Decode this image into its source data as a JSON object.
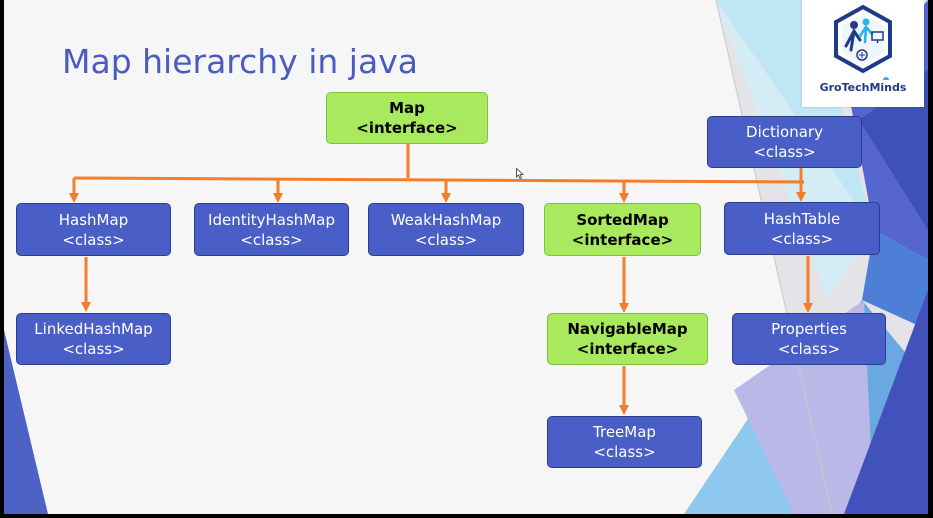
{
  "slide": {
    "title": "Map hierarchy in java",
    "brand": "GroTechMinds",
    "logo_icon": "people-network-hexagon-icon"
  },
  "nodes": {
    "map": {
      "name": "Map",
      "type": "<interface>"
    },
    "dictionary": {
      "name": "Dictionary",
      "type": "<class>"
    },
    "hashmap": {
      "name": "HashMap",
      "type": "<class>"
    },
    "identityhashmap": {
      "name": "IdentityHashMap",
      "type": "<class>"
    },
    "weakhashmap": {
      "name": "WeakHashMap",
      "type": "<class>"
    },
    "sortedmap": {
      "name": "SortedMap",
      "type": "<interface>"
    },
    "hashtable": {
      "name": "HashTable",
      "type": "<class>"
    },
    "linkedhashmap": {
      "name": "LinkedHashMap",
      "type": "<class>"
    },
    "navigablemap": {
      "name": "NavigableMap",
      "type": "<interface>"
    },
    "properties": {
      "name": "Properties",
      "type": "<class>"
    },
    "treemap": {
      "name": "TreeMap",
      "type": "<class>"
    }
  },
  "colors": {
    "class_fill": "#4a5ec7",
    "interface_fill": "#a8e95d",
    "arrow": "#f47d2a",
    "title": "#4a5cc0"
  }
}
